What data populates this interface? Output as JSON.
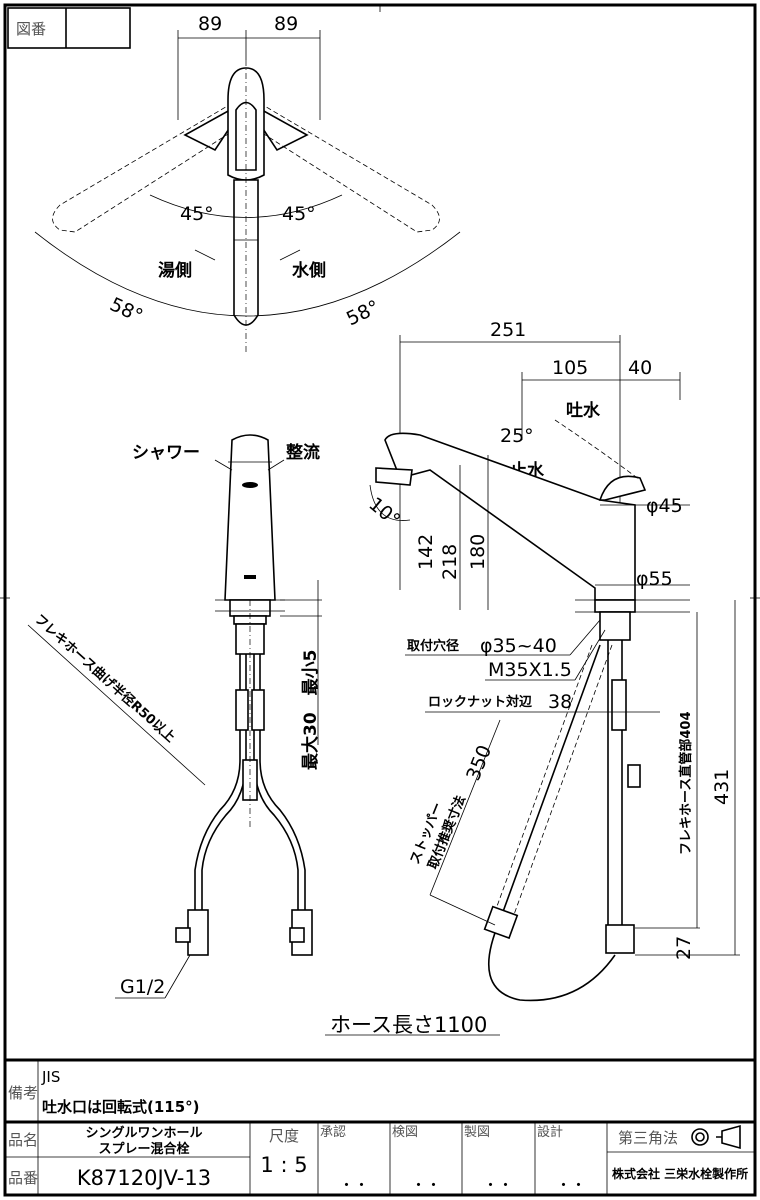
{
  "drawing_number_label": "図番",
  "top_view": {
    "dim_left": "89",
    "dim_right": "89",
    "angle_left_inner": "45°",
    "angle_right_inner": "45°",
    "angle_left_outer": "58°",
    "angle_right_outer": "58°",
    "hot_side": "湯側",
    "cold_side": "水側"
  },
  "front_view": {
    "shower": "シャワー",
    "straight": "整流",
    "max_min": "最大30　最小5",
    "bend_radius": "フレキホース曲げ半径R50以上",
    "thread": "G1/2"
  },
  "side_view": {
    "dim_251": "251",
    "dim_105": "105",
    "dim_40": "40",
    "spout_out": "吐水",
    "spout_stop": "止水",
    "angle_25": "25°",
    "angle_10": "10°",
    "dia_45": "φ45",
    "dia_55": "φ55",
    "dim_142": "142",
    "dim_218": "218",
    "dim_180": "180",
    "mount_hole_label": "取付穴径",
    "mount_hole_value": "φ35~40",
    "thread": "M35X1.5",
    "locknut_label": "ロックナット対辺",
    "locknut_value": "38",
    "stopper_label_1": "ストッパー",
    "stopper_label_2": "取付推奨寸法",
    "stopper_value": "350",
    "flex_hose_label": "フレキホース直管部404",
    "dim_431": "431",
    "dim_27": "27",
    "hose_length": "ホース長さ1100"
  },
  "title_block": {
    "remarks_label": "備考",
    "remarks_line1": "JIS",
    "remarks_line2": "吐水口は回転式(115°)",
    "name_label": "品名",
    "name_line1": "シングルワンホール",
    "name_line2": "スプレー混合栓",
    "number_label": "品番",
    "number_value": "K87120JV-13",
    "scale_label": "尺度",
    "scale_value": "1 : 5",
    "approve_label": "承認",
    "check_label": "検図",
    "draft_label": "製図",
    "design_label": "設計",
    "approve_value": "・・",
    "check_value": "・・",
    "draft_value": "・・",
    "design_value": "・・",
    "projection": "第三角法",
    "company": "株式会社 三栄水栓製作所"
  }
}
